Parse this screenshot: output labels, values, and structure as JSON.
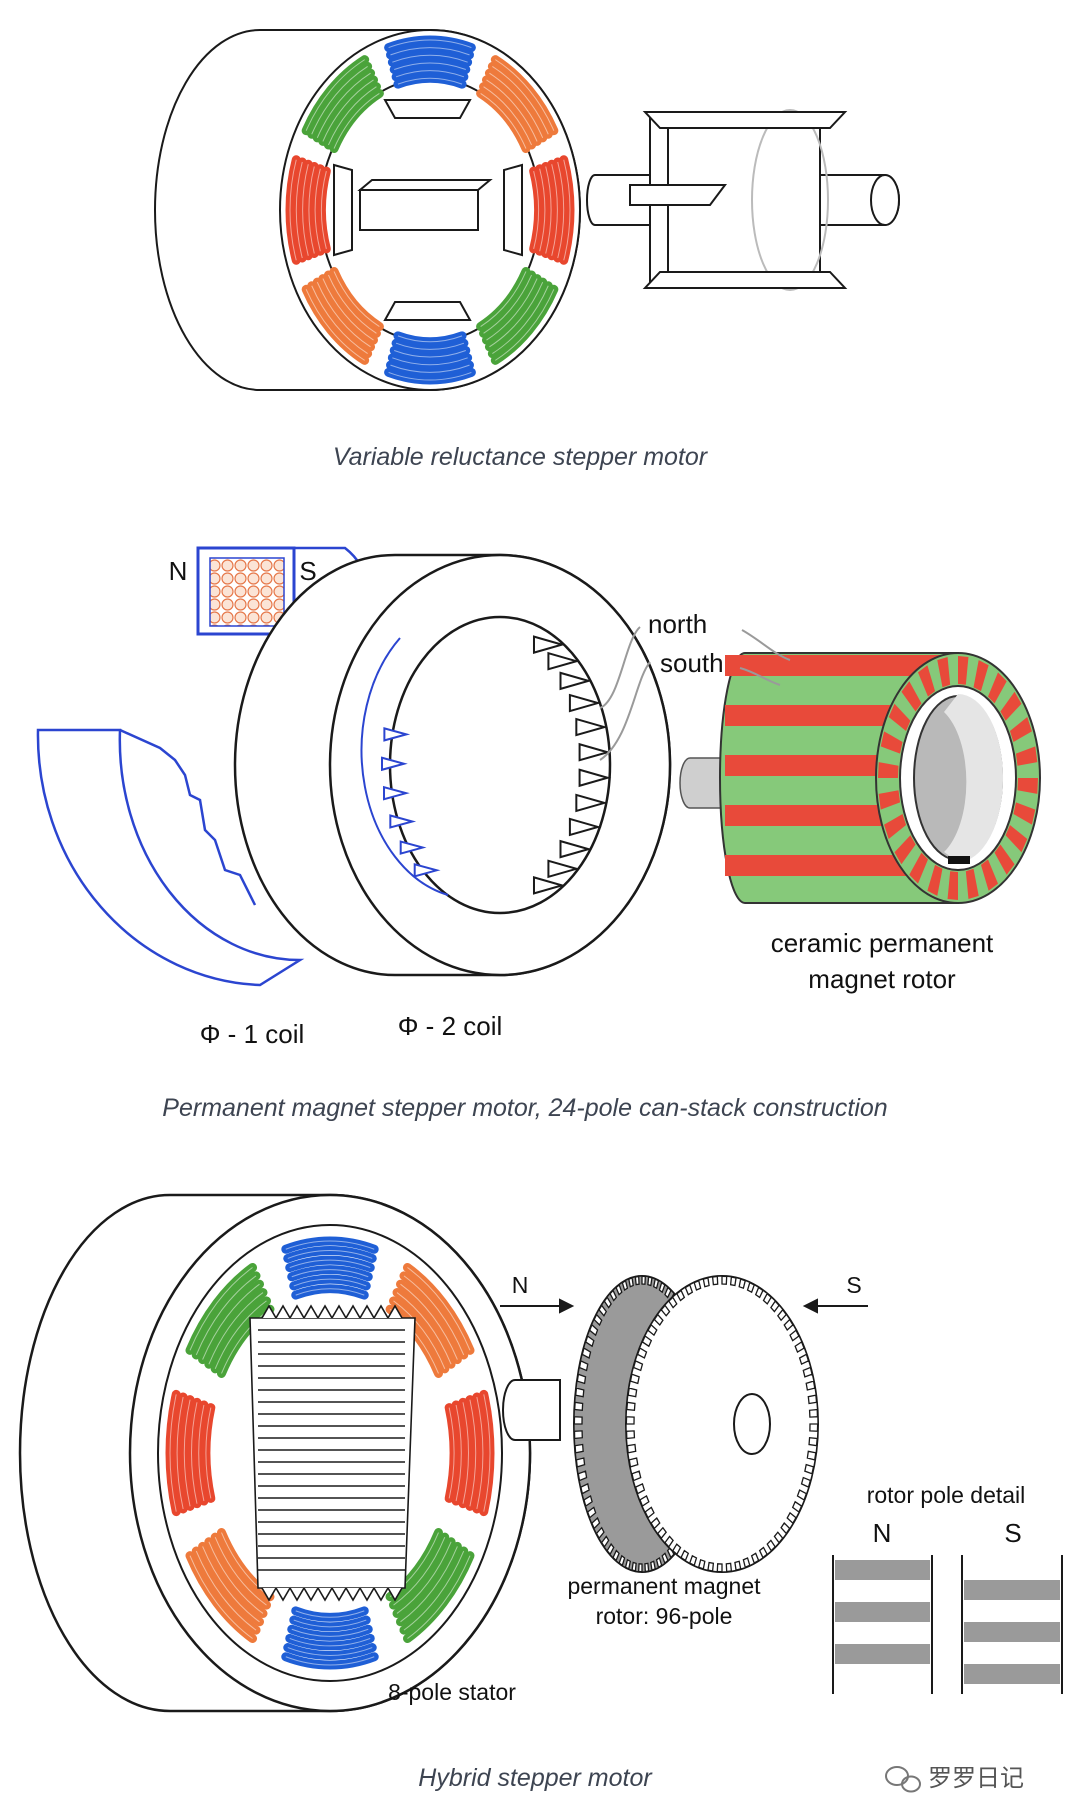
{
  "colors": {
    "coil_blue": "#1f5fd6",
    "coil_orange": "#ee7a3c",
    "coil_green": "#4aa33a",
    "coil_red": "#e8472e",
    "stripe_red": "#e84a3a",
    "stripe_green": "#86c97a",
    "outline": "#1a1a1a",
    "frame_blue": "#2b45d0",
    "teeth_gray": "#9a9a9a"
  },
  "sections": {
    "variable_reluctance": {
      "caption": "Variable reluctance stepper motor"
    },
    "permanent_magnet": {
      "caption": "Permanent magnet stepper motor, 24-pole can-stack construction",
      "coil_n": "N",
      "coil_s": "S",
      "north": "north",
      "south": "south",
      "rotor_line1": "ceramic permanent",
      "rotor_line2": "magnet rotor",
      "phase1": "Φ - 1 coil",
      "phase2": "Φ - 2 coil"
    },
    "hybrid": {
      "caption": "Hybrid stepper motor",
      "n_arrow": "N",
      "s_arrow": "S",
      "rotor_line1": "permanent magnet",
      "rotor_line2": "rotor: 96-pole",
      "stator": "8-pole stator",
      "detail_title": "rotor pole detail",
      "detail_n": "N",
      "detail_s": "S"
    }
  },
  "watermark": "罗罗日记"
}
